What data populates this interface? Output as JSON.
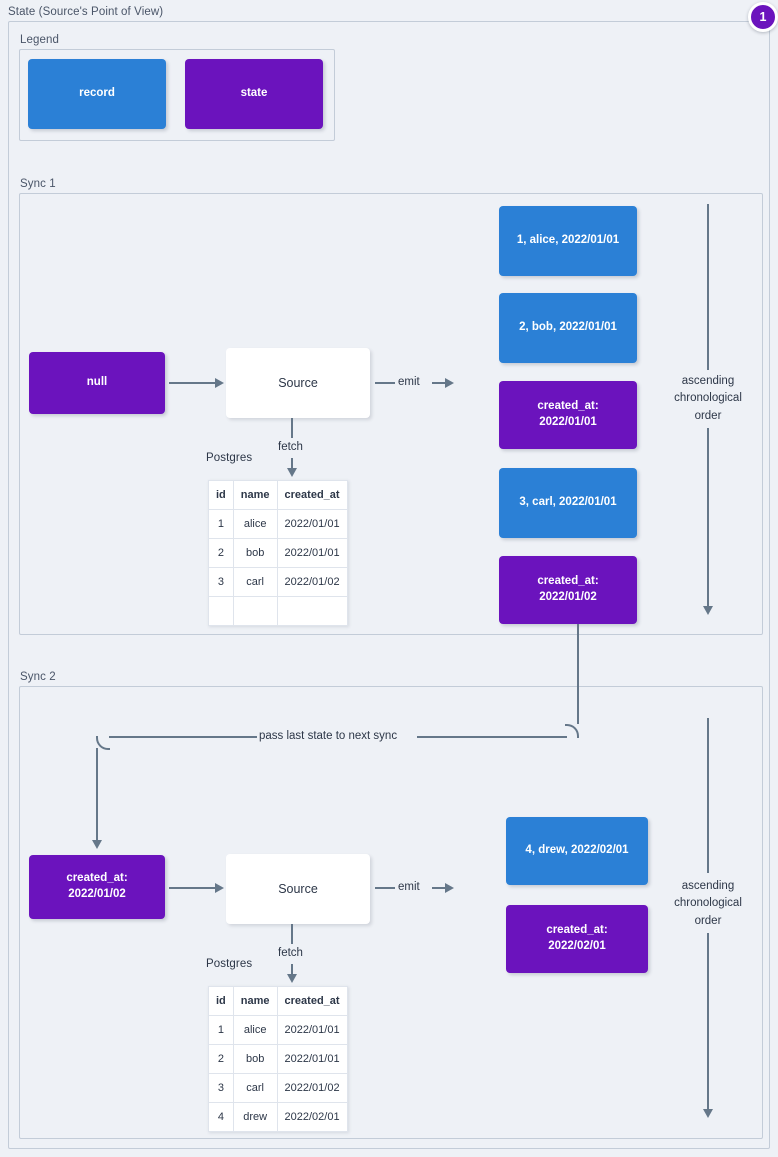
{
  "page": {
    "title": "State (Source's Point of View)",
    "badge": "1",
    "colors": {
      "record": "#2b80d6",
      "state": "#6b13bd",
      "connector": "#657789",
      "background": "#eef1f6",
      "border": "#c3ccd8"
    }
  },
  "legend": {
    "label": "Legend",
    "items": [
      {
        "label": "record",
        "kind": "record"
      },
      {
        "label": "state",
        "kind": "state"
      }
    ]
  },
  "sync1": {
    "label": "Sync 1",
    "input_state": "null",
    "source": "Source",
    "fetch_label": "fetch",
    "db_label": "Postgres",
    "emit_label": "emit",
    "order_label": "ascending\nchronological\norder",
    "order_line1": "ascending",
    "order_line2": "chronological",
    "order_line3": "order",
    "table": {
      "columns": [
        "id",
        "name",
        "created_at"
      ],
      "rows": [
        [
          "1",
          "alice",
          "2022/01/01"
        ],
        [
          "2",
          "bob",
          "2022/01/01"
        ],
        [
          "3",
          "carl",
          "2022/01/02"
        ],
        [
          "",
          "",
          ""
        ]
      ]
    },
    "emitted": [
      {
        "kind": "record",
        "text": "1, alice, 2022/01/01"
      },
      {
        "kind": "record",
        "text": "2, bob, 2022/01/01"
      },
      {
        "kind": "state",
        "line1": "created_at:",
        "line2": "2022/01/01"
      },
      {
        "kind": "record",
        "text": "3, carl, 2022/01/01"
      },
      {
        "kind": "state",
        "line1": "created_at:",
        "line2": "2022/01/02"
      }
    ]
  },
  "sync2": {
    "label": "Sync 2",
    "pass_state_label": "pass last state to next sync",
    "input_state_line1": "created_at:",
    "input_state_line2": "2022/01/02",
    "source": "Source",
    "fetch_label": "fetch",
    "db_label": "Postgres",
    "emit_label": "emit",
    "order_line1": "ascending",
    "order_line2": "chronological",
    "order_line3": "order",
    "table": {
      "columns": [
        "id",
        "name",
        "created_at"
      ],
      "rows": [
        [
          "1",
          "alice",
          "2022/01/01"
        ],
        [
          "2",
          "bob",
          "2022/01/01"
        ],
        [
          "3",
          "carl",
          "2022/01/02"
        ],
        [
          "4",
          "drew",
          "2022/02/01"
        ]
      ]
    },
    "emitted": [
      {
        "kind": "record",
        "text": "4, drew, 2022/02/01"
      },
      {
        "kind": "state",
        "line1": "created_at:",
        "line2": "2022/02/01"
      }
    ]
  }
}
